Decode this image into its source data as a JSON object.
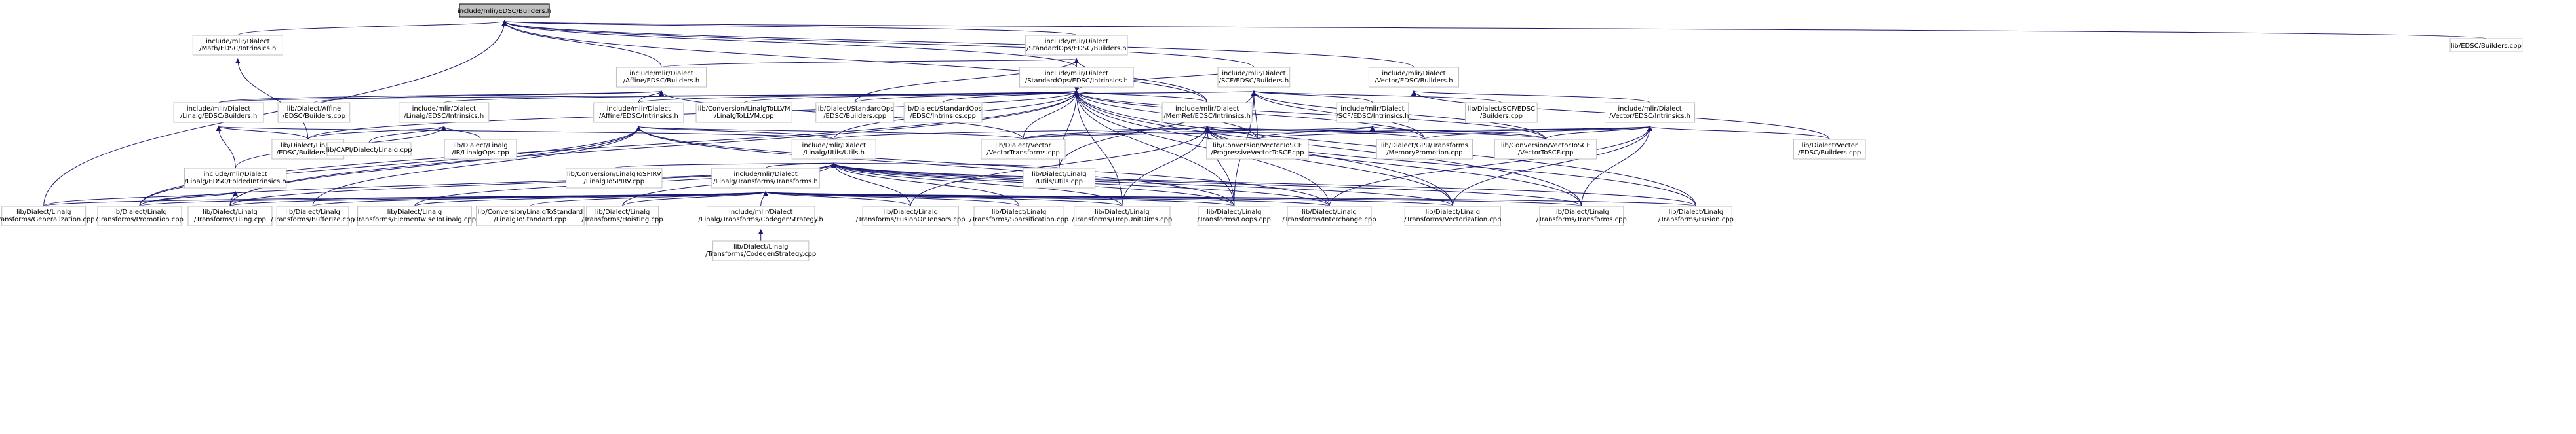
{
  "graph": {
    "title": "",
    "root": "n_root",
    "edge_color": "#191970",
    "node_border": "#bfbfbf",
    "root_fill": "#bfbfbf",
    "nodes": [
      {
        "id": "n_root",
        "lines": [
          "include/mlir/EDSC/Builders.h"
        ]
      },
      {
        "id": "n_math",
        "lines": [
          "include/mlir/Dialect",
          "/Math/EDSC/Intrinsics.h"
        ]
      },
      {
        "id": "n_stdb",
        "lines": [
          "include/mlir/Dialect",
          "/StandardOps/EDSC/Builders.h"
        ]
      },
      {
        "id": "n_libedsc",
        "lines": [
          "lib/EDSC/Builders.cpp"
        ]
      },
      {
        "id": "n_affb",
        "lines": [
          "include/mlir/Dialect",
          "/Affine/EDSC/Builders.h"
        ]
      },
      {
        "id": "n_stdi",
        "lines": [
          "include/mlir/Dialect",
          "/StandardOps/EDSC/Intrinsics.h"
        ]
      },
      {
        "id": "n_scfb",
        "lines": [
          "include/mlir/Dialect",
          "/SCF/EDSC/Builders.h"
        ]
      },
      {
        "id": "n_vecb",
        "lines": [
          "include/mlir/Dialect",
          "/Vector/EDSC/Builders.h"
        ]
      },
      {
        "id": "n_linb",
        "lines": [
          "include/mlir/Dialect",
          "/Linalg/EDSC/Builders.h"
        ]
      },
      {
        "id": "n_affbcpp",
        "lines": [
          "lib/Dialect/Affine",
          "/EDSC/Builders.cpp"
        ]
      },
      {
        "id": "n_lini",
        "lines": [
          "include/mlir/Dialect",
          "/Linalg/EDSC/Intrinsics.h"
        ]
      },
      {
        "id": "n_affi",
        "lines": [
          "include/mlir/Dialect",
          "/Affine/EDSC/Intrinsics.h"
        ]
      },
      {
        "id": "n_conv_llvm",
        "lines": [
          "lib/Conversion/LinalgToLLVM",
          "/LinalgToLLVM.cpp"
        ]
      },
      {
        "id": "n_stdbcpp",
        "lines": [
          "lib/Dialect/StandardOps",
          "/EDSC/Builders.cpp"
        ]
      },
      {
        "id": "n_stdicpp",
        "lines": [
          "lib/Dialect/StandardOps",
          "/EDSC/Intrinsics.cpp"
        ]
      },
      {
        "id": "n_memi",
        "lines": [
          "include/mlir/Dialect",
          "/MemRef/EDSC/Intrinsics.h"
        ]
      },
      {
        "id": "n_scfi",
        "lines": [
          "include/mlir/Dialect",
          "/SCF/EDSC/Intrinsics.h"
        ]
      },
      {
        "id": "n_scfbcpp",
        "lines": [
          "lib/Dialect/SCF/EDSC",
          "/Builders.cpp"
        ]
      },
      {
        "id": "n_veci",
        "lines": [
          "include/mlir/Dialect",
          "/Vector/EDSC/Intrinsics.h"
        ]
      },
      {
        "id": "n_linbcpp",
        "lines": [
          "lib/Dialect/Linalg",
          "/EDSC/Builders.cpp"
        ]
      },
      {
        "id": "n_capi",
        "lines": [
          "lib/CAPI/Dialect/Linalg.cpp"
        ]
      },
      {
        "id": "n_linops",
        "lines": [
          "lib/Dialect/Linalg",
          "/IR/LinalgOps.cpp"
        ]
      },
      {
        "id": "n_utilsh",
        "lines": [
          "include/mlir/Dialect",
          "/Linalg/Utils/Utils.h"
        ]
      },
      {
        "id": "n_vectrans",
        "lines": [
          "lib/Dialect/Vector",
          "/VectorTransforms.cpp"
        ]
      },
      {
        "id": "n_prog",
        "lines": [
          "lib/Conversion/VectorToSCF",
          "/ProgressiveVectorToSCF.cpp"
        ]
      },
      {
        "id": "n_gpumem",
        "lines": [
          "lib/Dialect/GPU/Transforms",
          "/MemoryPromotion.cpp"
        ]
      },
      {
        "id": "n_vec2scf",
        "lines": [
          "lib/Conversion/VectorToSCF",
          "/VectorToSCF.cpp"
        ]
      },
      {
        "id": "n_vecbcpp",
        "lines": [
          "lib/Dialect/Vector",
          "/EDSC/Builders.cpp"
        ]
      },
      {
        "id": "n_folded",
        "lines": [
          "include/mlir/Dialect",
          "/Linalg/EDSC/FoldedIntrinsics.h"
        ]
      },
      {
        "id": "n_spirv",
        "lines": [
          "lib/Conversion/LinalgToSPIRV",
          "/LinalgToSPIRV.cpp"
        ]
      },
      {
        "id": "n_transh",
        "lines": [
          "include/mlir/Dialect",
          "/Linalg/Transforms/Transforms.h"
        ]
      },
      {
        "id": "n_utilscpp",
        "lines": [
          "lib/Dialect/Linalg",
          "/Utils/Utils.cpp"
        ]
      },
      {
        "id": "n_gen",
        "lines": [
          "lib/Dialect/Linalg",
          "/Transforms/Generalization.cpp"
        ]
      },
      {
        "id": "n_promo",
        "lines": [
          "lib/Dialect/Linalg",
          "/Transforms/Promotion.cpp"
        ]
      },
      {
        "id": "n_tiling",
        "lines": [
          "lib/Dialect/Linalg",
          "/Transforms/Tiling.cpp"
        ]
      },
      {
        "id": "n_buff",
        "lines": [
          "lib/Dialect/Linalg",
          "/Transforms/Bufferize.cpp"
        ]
      },
      {
        "id": "n_elem",
        "lines": [
          "lib/Dialect/Linalg",
          "/Transforms/ElementwiseToLinalg.cpp"
        ]
      },
      {
        "id": "n_lin2std",
        "lines": [
          "lib/Conversion/LinalgToStandard",
          "/LinalgToStandard.cpp"
        ]
      },
      {
        "id": "n_hoist",
        "lines": [
          "lib/Dialect/Linalg",
          "/Transforms/Hoisting.cpp"
        ]
      },
      {
        "id": "n_codegenh",
        "lines": [
          "include/mlir/Dialect",
          "/Linalg/Transforms/CodegenStrategy.h"
        ]
      },
      {
        "id": "n_fusiontens",
        "lines": [
          "lib/Dialect/Linalg",
          "/Transforms/FusionOnTensors.cpp"
        ]
      },
      {
        "id": "n_spars",
        "lines": [
          "lib/Dialect/Linalg",
          "/Transforms/Sparsification.cpp"
        ]
      },
      {
        "id": "n_dropunit",
        "lines": [
          "lib/Dialect/Linalg",
          "/Transforms/DropUnitDims.cpp"
        ]
      },
      {
        "id": "n_loops",
        "lines": [
          "lib/Dialect/Linalg",
          "/Transforms/Loops.cpp"
        ]
      },
      {
        "id": "n_interch",
        "lines": [
          "lib/Dialect/Linalg",
          "/Transforms/Interchange.cpp"
        ]
      },
      {
        "id": "n_vectoriz",
        "lines": [
          "lib/Dialect/Linalg",
          "/Transforms/Vectorization.cpp"
        ]
      },
      {
        "id": "n_transcpp",
        "lines": [
          "lib/Dialect/Linalg",
          "/Transforms/Transforms.cpp"
        ]
      },
      {
        "id": "n_fusion",
        "lines": [
          "lib/Dialect/Linalg",
          "/Transforms/Fusion.cpp"
        ]
      },
      {
        "id": "n_codegencpp",
        "lines": [
          "lib/Dialect/Linalg",
          "/Transforms/CodegenStrategy.cpp"
        ]
      }
    ],
    "edges": [
      [
        "n_math",
        "n_root"
      ],
      [
        "n_stdb",
        "n_root"
      ],
      [
        "n_libedsc",
        "n_root"
      ],
      [
        "n_affb",
        "n_root"
      ],
      [
        "n_stdi",
        "n_root"
      ],
      [
        "n_scfb",
        "n_root"
      ],
      [
        "n_vecb",
        "n_root"
      ],
      [
        "n_memi",
        "n_root"
      ],
      [
        "n_gen",
        "n_root"
      ],
      [
        "n_linbcpp",
        "n_math"
      ],
      [
        "n_affb",
        "n_stdb"
      ],
      [
        "n_stdi",
        "n_stdb"
      ],
      [
        "n_memi",
        "n_stdb"
      ],
      [
        "n_stdbcpp",
        "n_stdb"
      ],
      [
        "n_affi",
        "n_affb"
      ],
      [
        "n_affbcpp",
        "n_affb"
      ],
      [
        "n_linb",
        "n_affb"
      ],
      [
        "n_vectrans",
        "n_affb"
      ],
      [
        "n_scfb",
        "n_stdi"
      ],
      [
        "n_memi",
        "n_stdi"
      ],
      [
        "n_lini",
        "n_stdi"
      ],
      [
        "n_affi",
        "n_stdi"
      ],
      [
        "n_conv_llvm",
        "n_stdi"
      ],
      [
        "n_stdbcpp",
        "n_stdi"
      ],
      [
        "n_stdicpp",
        "n_stdi"
      ],
      [
        "n_linbcpp",
        "n_stdi"
      ],
      [
        "n_utilsh",
        "n_stdi"
      ],
      [
        "n_vectrans",
        "n_stdi"
      ],
      [
        "n_prog",
        "n_stdi"
      ],
      [
        "n_gpumem",
        "n_stdi"
      ],
      [
        "n_vec2scf",
        "n_stdi"
      ],
      [
        "n_promo",
        "n_stdi"
      ],
      [
        "n_tiling",
        "n_stdi"
      ],
      [
        "n_loops",
        "n_stdi"
      ],
      [
        "n_fusion",
        "n_stdi"
      ],
      [
        "n_utilscpp",
        "n_stdi"
      ],
      [
        "n_transcpp",
        "n_stdi"
      ],
      [
        "n_dropunit",
        "n_stdi"
      ],
      [
        "n_interch",
        "n_stdi"
      ],
      [
        "n_vectoriz",
        "n_stdi"
      ],
      [
        "n_scfi",
        "n_scfb"
      ],
      [
        "n_scfbcpp",
        "n_scfb"
      ],
      [
        "n_gpumem",
        "n_scfb"
      ],
      [
        "n_vec2scf",
        "n_scfb"
      ],
      [
        "n_prog",
        "n_scfb"
      ],
      [
        "n_loops",
        "n_scfb"
      ],
      [
        "n_utilscpp",
        "n_scfb"
      ],
      [
        "n_linb",
        "n_scfb"
      ],
      [
        "n_veci",
        "n_vecb"
      ],
      [
        "n_vecbcpp",
        "n_vecb"
      ],
      [
        "n_linbcpp",
        "n_linb"
      ],
      [
        "n_folded",
        "n_linb"
      ],
      [
        "n_utilsh",
        "n_linb"
      ],
      [
        "n_linbcpp",
        "n_lini"
      ],
      [
        "n_capi",
        "n_lini"
      ],
      [
        "n_linops",
        "n_lini"
      ],
      [
        "n_folded",
        "n_lini"
      ],
      [
        "n_utilsh",
        "n_affi"
      ],
      [
        "n_vectrans",
        "n_affi"
      ],
      [
        "n_tiling",
        "n_affi"
      ],
      [
        "n_promo",
        "n_affi"
      ],
      [
        "n_buff",
        "n_affi"
      ],
      [
        "n_loops",
        "n_affi"
      ],
      [
        "n_interch",
        "n_affi"
      ],
      [
        "n_utilsh",
        "n_memi"
      ],
      [
        "n_vectrans",
        "n_memi"
      ],
      [
        "n_prog",
        "n_memi"
      ],
      [
        "n_vec2scf",
        "n_memi"
      ],
      [
        "n_gpumem",
        "n_memi"
      ],
      [
        "n_fusiontens",
        "n_memi"
      ],
      [
        "n_loops",
        "n_memi"
      ],
      [
        "n_dropunit",
        "n_memi"
      ],
      [
        "n_vectoriz",
        "n_memi"
      ],
      [
        "n_transcpp",
        "n_memi"
      ],
      [
        "n_fusion",
        "n_memi"
      ],
      [
        "n_prog",
        "n_scfi"
      ],
      [
        "n_vec2scf",
        "n_scfi"
      ],
      [
        "n_vectrans",
        "n_scfi"
      ],
      [
        "n_vectrans",
        "n_veci"
      ],
      [
        "n_prog",
        "n_veci"
      ],
      [
        "n_vec2scf",
        "n_veci"
      ],
      [
        "n_vecbcpp",
        "n_veci"
      ],
      [
        "n_vectoriz",
        "n_veci"
      ],
      [
        "n_transcpp",
        "n_veci"
      ],
      [
        "n_interch",
        "n_veci"
      ],
      [
        "n_gpumem",
        "n_veci"
      ],
      [
        "n_spirv",
        "n_utilsh"
      ],
      [
        "n_transh",
        "n_utilsh"
      ],
      [
        "n_utilscpp",
        "n_utilsh"
      ],
      [
        "n_promo",
        "n_utilsh"
      ],
      [
        "n_tiling",
        "n_utilsh"
      ],
      [
        "n_elem",
        "n_utilsh"
      ],
      [
        "n_fusiontens",
        "n_utilsh"
      ],
      [
        "n_spars",
        "n_utilsh"
      ],
      [
        "n_dropunit",
        "n_utilsh"
      ],
      [
        "n_loops",
        "n_utilsh"
      ],
      [
        "n_interch",
        "n_utilsh"
      ],
      [
        "n_vectoriz",
        "n_utilsh"
      ],
      [
        "n_transcpp",
        "n_utilsh"
      ],
      [
        "n_fusion",
        "n_utilsh"
      ],
      [
        "n_hoist",
        "n_utilsh"
      ],
      [
        "n_promo",
        "n_folded"
      ],
      [
        "n_tiling",
        "n_folded"
      ],
      [
        "n_gen",
        "n_folded"
      ],
      [
        "n_gen",
        "n_transh"
      ],
      [
        "n_promo",
        "n_transh"
      ],
      [
        "n_tiling",
        "n_transh"
      ],
      [
        "n_buff",
        "n_transh"
      ],
      [
        "n_elem",
        "n_transh"
      ],
      [
        "n_lin2std",
        "n_transh"
      ],
      [
        "n_hoist",
        "n_transh"
      ],
      [
        "n_codegenh",
        "n_transh"
      ],
      [
        "n_fusiontens",
        "n_transh"
      ],
      [
        "n_spars",
        "n_transh"
      ],
      [
        "n_dropunit",
        "n_transh"
      ],
      [
        "n_loops",
        "n_transh"
      ],
      [
        "n_interch",
        "n_transh"
      ],
      [
        "n_vectoriz",
        "n_transh"
      ],
      [
        "n_transcpp",
        "n_transh"
      ],
      [
        "n_fusion",
        "n_transh"
      ],
      [
        "n_codegencpp",
        "n_codegenh"
      ]
    ]
  }
}
